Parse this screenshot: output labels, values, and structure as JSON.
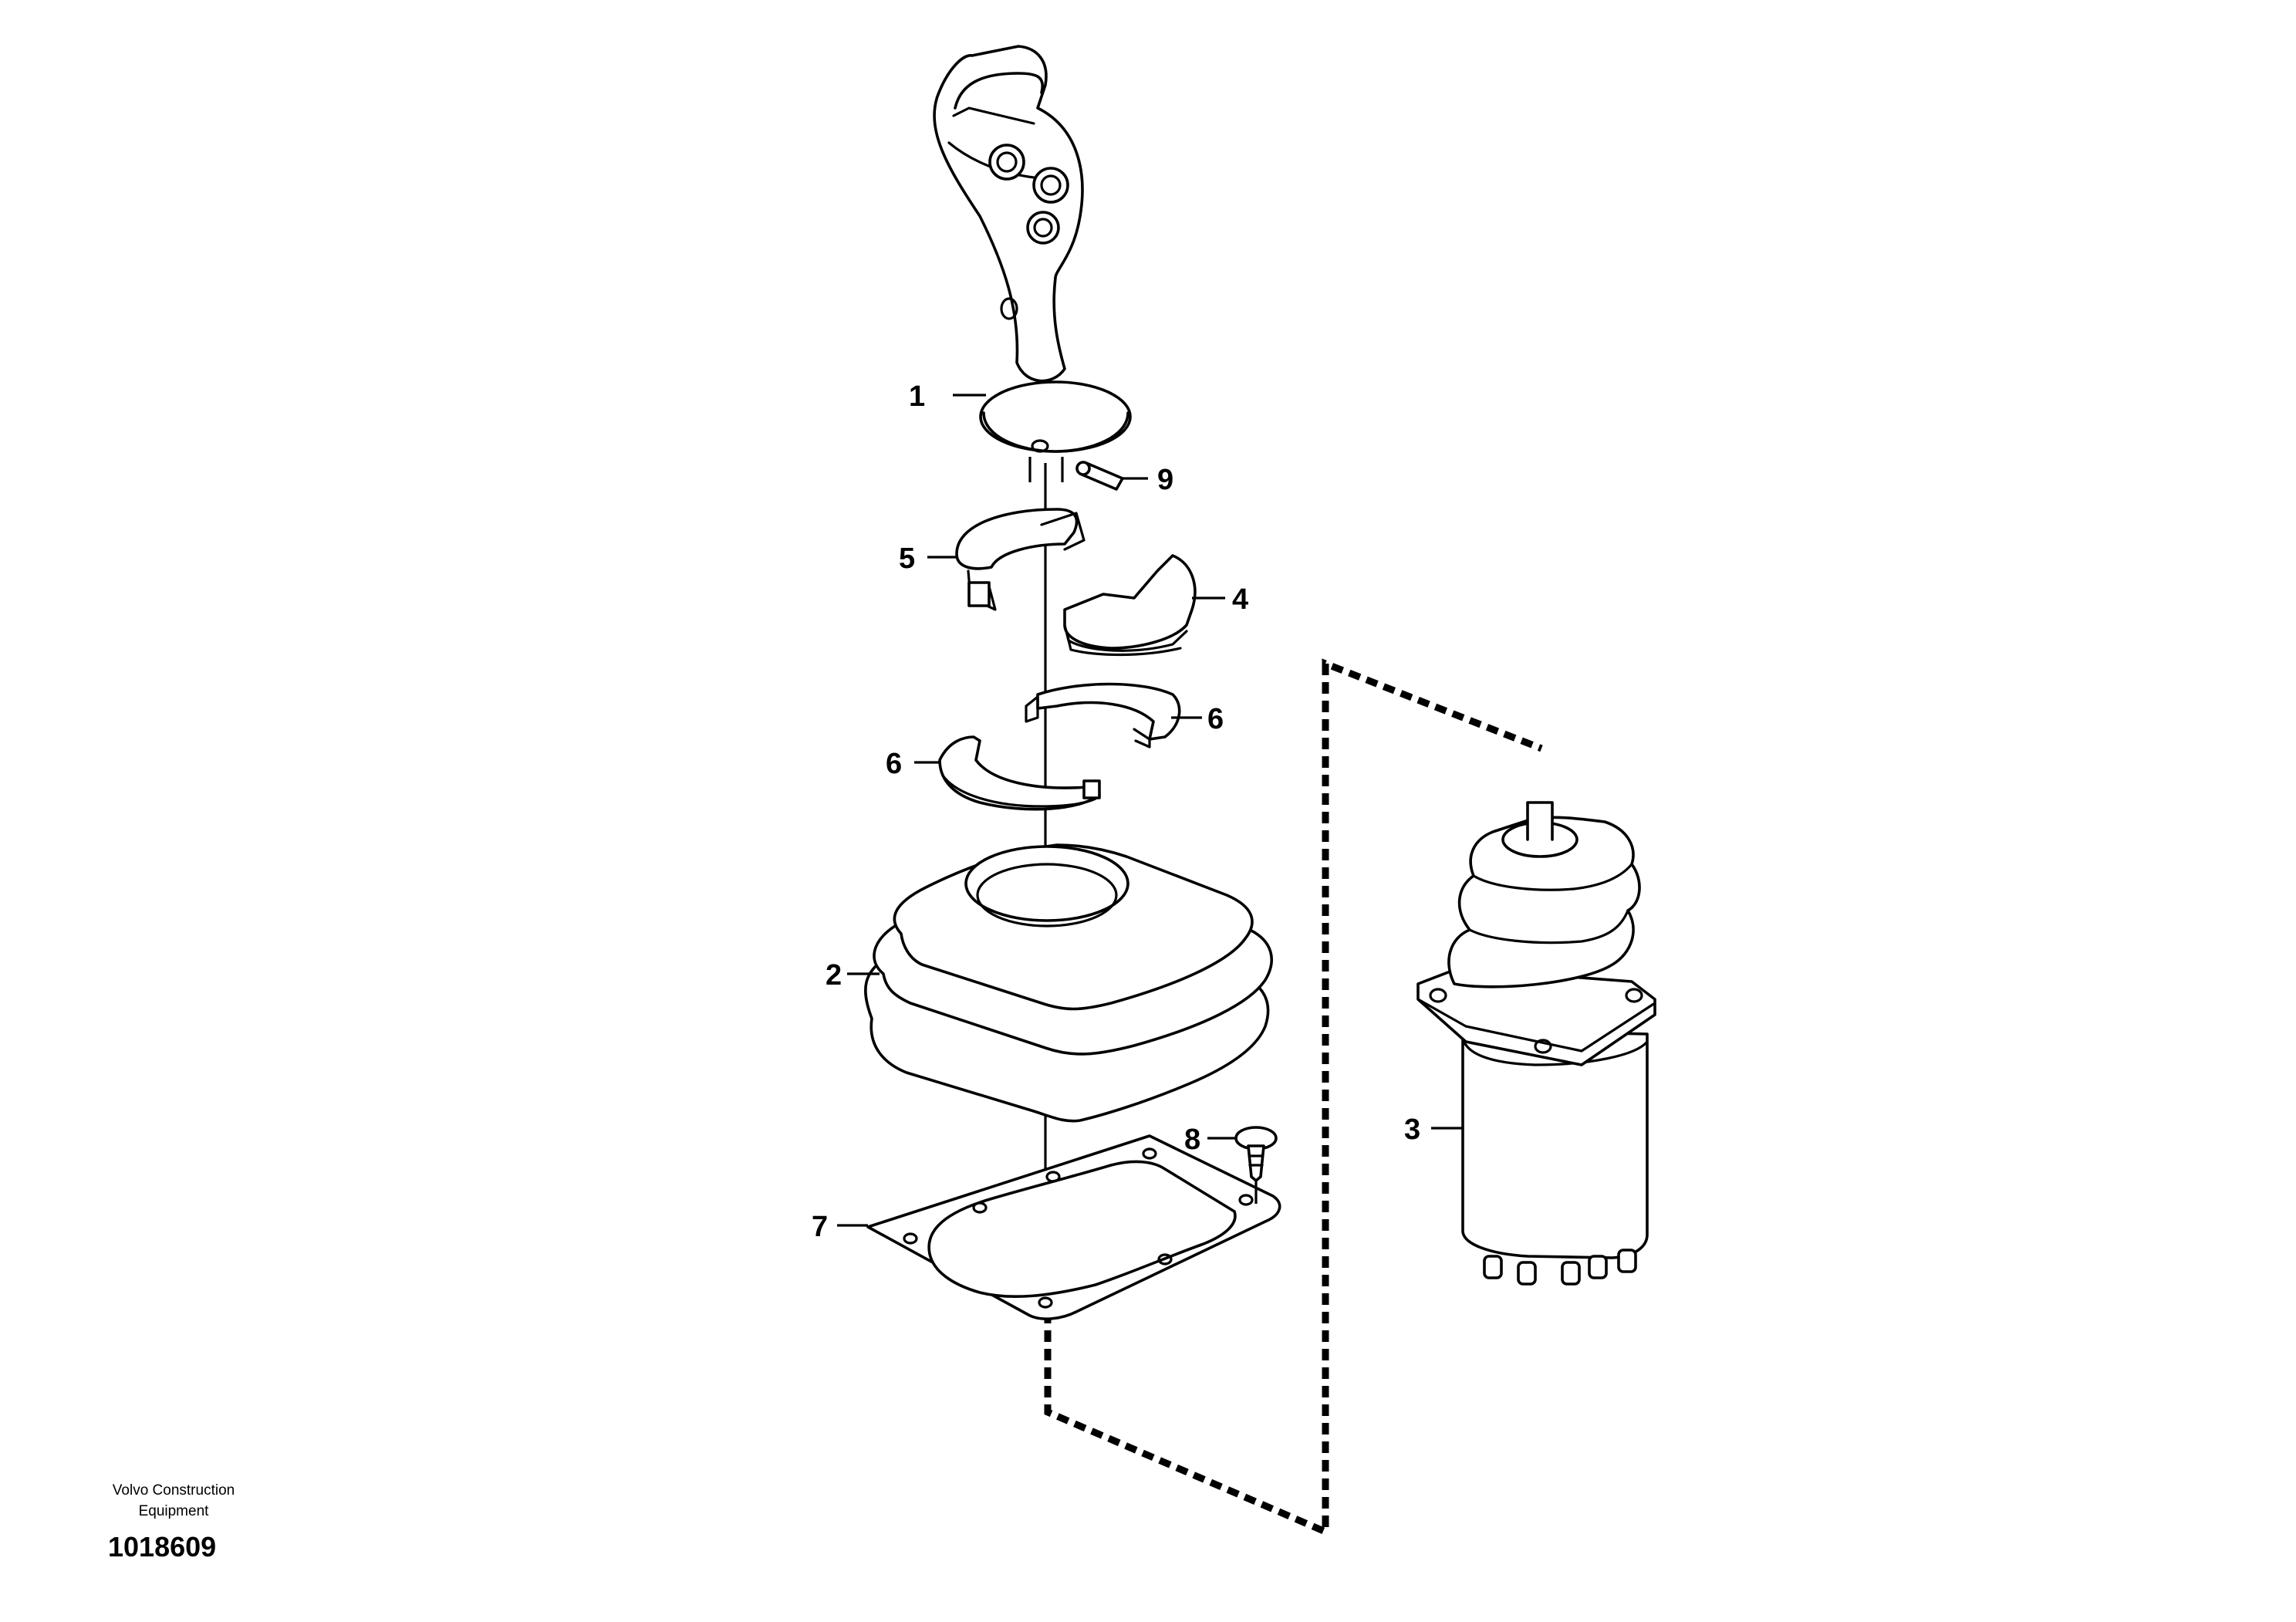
{
  "callouts": {
    "c1": "1",
    "c2": "2",
    "c3": "3",
    "c4": "4",
    "c5": "5",
    "c6a": "6",
    "c6b": "6",
    "c7": "7",
    "c8": "8",
    "c9": "9"
  },
  "footer": {
    "line1": "Volvo Construction",
    "line2": "Equipment",
    "code": "1018609"
  }
}
